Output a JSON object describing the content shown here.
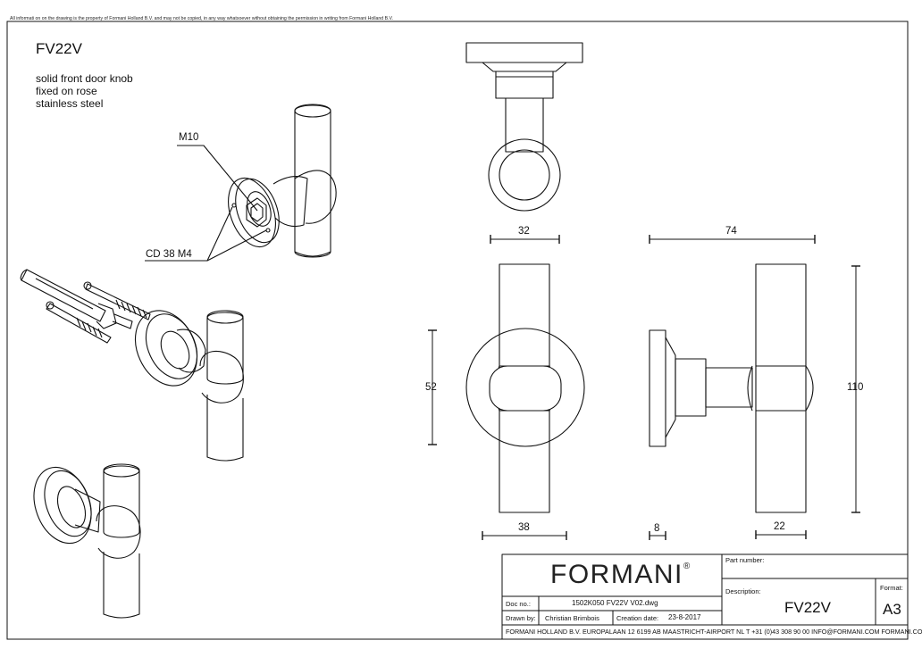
{
  "sheet": {
    "disclaimer": "All informati on on the drawing is the property of Formani Holland B.V. and may not be copied, in any way whatsoever without obtaining the permission in writing from Formani Holland B.V.",
    "model": "FV22V",
    "description_lines": [
      "solid front door knob",
      "fixed on rose",
      "stainless steel"
    ]
  },
  "callouts": {
    "thread": "M10",
    "rose_fixing": "CD 38  M4"
  },
  "dimensions": {
    "top_width": "32",
    "depth": "74",
    "rose_height": "52",
    "total_height": "110",
    "rose_diameter": "38",
    "rose_thickness": "8",
    "knob_diameter": "22"
  },
  "title_block": {
    "logo": "FORMANI",
    "logo_mark": "®",
    "part_number_label": "Part number:",
    "description_label": "Description:",
    "description_value": "FV22V",
    "format_label": "Format:",
    "format_value": "A3",
    "doc_no_label": "Doc no.:",
    "doc_no_value": "1502K050 FV22V V02.dwg",
    "drawn_by_label": "Drawn by:",
    "drawn_by_value": "Christian Brimbois",
    "creation_date_label": "Creation date:",
    "creation_date_value": "23-8-2017",
    "footer": "FORMANI HOLLAND B.V.  EUROPALAAN 12  6199 AB MAASTRICHT-AIRPORT NL  T +31 (0)43 308 90 00 INFO@FORMANI.COM FORMANI.COM"
  }
}
